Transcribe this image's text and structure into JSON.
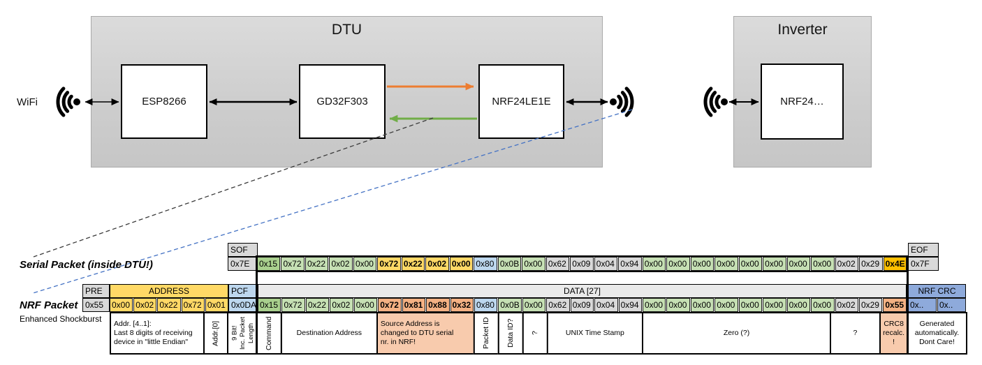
{
  "colors": {
    "green_dark": "#A9D08E",
    "green": "#C6E0B4",
    "yellow": "#FFD966",
    "gold": "#FFC000",
    "blue_light": "#BDD7EE",
    "blue_dark": "#8EAADB",
    "gray": "#D9D9D9",
    "data_header_bg": "#EAEAEA",
    "salmon": "#F4B183",
    "salmon_light": "#F8CBAD",
    "orange_arrow": "#ED7D31",
    "green_arrow": "#70AD47",
    "blue_dashed": "#4472C4"
  },
  "diagram": {
    "wifi_label": "WiFi",
    "dtu": {
      "title": "DTU",
      "components": [
        {
          "label": "ESP8266"
        },
        {
          "label": "GD32F303"
        },
        {
          "label": "NRF24LE1E"
        }
      ]
    },
    "inverter": {
      "title": "Inverter",
      "components": [
        {
          "label": "NRF24…"
        }
      ]
    }
  },
  "serial_packet": {
    "label": "Serial Packet (inside DTU!)",
    "sof_header": "SOF",
    "sof_value": "0x7E",
    "eof_header": "EOF",
    "eof_value": "0x7F",
    "bytes": [
      {
        "v": "0x15",
        "c": "green_dark"
      },
      {
        "v": "0x72",
        "c": "green"
      },
      {
        "v": "0x22",
        "c": "green"
      },
      {
        "v": "0x02",
        "c": "green"
      },
      {
        "v": "0x00",
        "c": "green"
      },
      {
        "v": "0x72",
        "c": "yellow",
        "b": true
      },
      {
        "v": "0x22",
        "c": "yellow",
        "b": true
      },
      {
        "v": "0x02",
        "c": "yellow",
        "b": true
      },
      {
        "v": "0x00",
        "c": "yellow",
        "b": true
      },
      {
        "v": "0x80",
        "c": "blue_light"
      },
      {
        "v": "0x0B",
        "c": "green"
      },
      {
        "v": "0x00",
        "c": "green"
      },
      {
        "v": "0x62",
        "c": "gray"
      },
      {
        "v": "0x09",
        "c": "gray"
      },
      {
        "v": "0x04",
        "c": "gray"
      },
      {
        "v": "0x94",
        "c": "gray"
      },
      {
        "v": "0x00",
        "c": "green"
      },
      {
        "v": "0x00",
        "c": "green"
      },
      {
        "v": "0x00",
        "c": "green"
      },
      {
        "v": "0x00",
        "c": "green"
      },
      {
        "v": "0x00",
        "c": "green"
      },
      {
        "v": "0x00",
        "c": "green"
      },
      {
        "v": "0x00",
        "c": "green"
      },
      {
        "v": "0x00",
        "c": "green"
      },
      {
        "v": "0x02",
        "c": "gray"
      },
      {
        "v": "0x29",
        "c": "gray"
      },
      {
        "v": "0x4E",
        "c": "gold",
        "b": true
      }
    ]
  },
  "nrf_packet": {
    "label": "NRF Packet",
    "sublabel": "Enhanced Shockburst",
    "pre_header": "PRE",
    "pre_value": "0x55",
    "address_header": "ADDRESS",
    "address_values": [
      "0x00",
      "0x02",
      "0x22",
      "0x72",
      "0x01"
    ],
    "pcf_header": "PCF",
    "pcf_value": "0x0DA",
    "data_header": "DATA [27]",
    "crc_header": "NRF CRC",
    "crc_values": [
      "0x..",
      "0x.."
    ],
    "bytes": [
      {
        "v": "0x15",
        "c": "green_dark"
      },
      {
        "v": "0x72",
        "c": "green"
      },
      {
        "v": "0x22",
        "c": "green"
      },
      {
        "v": "0x02",
        "c": "green"
      },
      {
        "v": "0x00",
        "c": "green"
      },
      {
        "v": "0x72",
        "c": "salmon",
        "b": true
      },
      {
        "v": "0x81",
        "c": "salmon",
        "b": true
      },
      {
        "v": "0x88",
        "c": "salmon",
        "b": true
      },
      {
        "v": "0x32",
        "c": "salmon",
        "b": true
      },
      {
        "v": "0x80",
        "c": "blue_light"
      },
      {
        "v": "0x0B",
        "c": "green"
      },
      {
        "v": "0x00",
        "c": "green"
      },
      {
        "v": "0x62",
        "c": "gray"
      },
      {
        "v": "0x09",
        "c": "gray"
      },
      {
        "v": "0x04",
        "c": "gray"
      },
      {
        "v": "0x94",
        "c": "gray"
      },
      {
        "v": "0x00",
        "c": "green"
      },
      {
        "v": "0x00",
        "c": "green"
      },
      {
        "v": "0x00",
        "c": "green"
      },
      {
        "v": "0x00",
        "c": "green"
      },
      {
        "v": "0x00",
        "c": "green"
      },
      {
        "v": "0x00",
        "c": "green"
      },
      {
        "v": "0x00",
        "c": "green"
      },
      {
        "v": "0x00",
        "c": "green"
      },
      {
        "v": "0x02",
        "c": "gray"
      },
      {
        "v": "0x29",
        "c": "gray"
      },
      {
        "v": "0x55",
        "c": "salmon",
        "b": true
      }
    ]
  },
  "annotations": {
    "addr_note": "Addr. [4..1]:\nLast 8 digits of receiving\ndevice in \"little Endian\"",
    "addr0_note": "Addr.[0]",
    "pcf_note": "9 Bit!\nInc. Packet\nLength",
    "data_notes": [
      {
        "text": "Command",
        "span": 1,
        "rot": true
      },
      {
        "text": "Destination Address",
        "span": 4
      },
      {
        "text": "Source Address is\nchanged to DTU serial\nnr. in NRF!",
        "span": 4,
        "bg": "salmon_light",
        "left": true
      },
      {
        "text": "Packet ID",
        "span": 1,
        "rot": true
      },
      {
        "text": "Data ID?",
        "span": 1,
        "rot": true
      },
      {
        "text": "?",
        "span": 1,
        "rot": true
      },
      {
        "text": "UNIX Time Stamp",
        "span": 4
      },
      {
        "text": "Zero (?)",
        "span": 8
      },
      {
        "text": "?",
        "span": 2
      },
      {
        "text": "CRC8\nrecalc.\n!",
        "span": 1,
        "bg": "salmon_light"
      }
    ],
    "crc_note": "Generated\nautomatically.\nDont Care!"
  }
}
